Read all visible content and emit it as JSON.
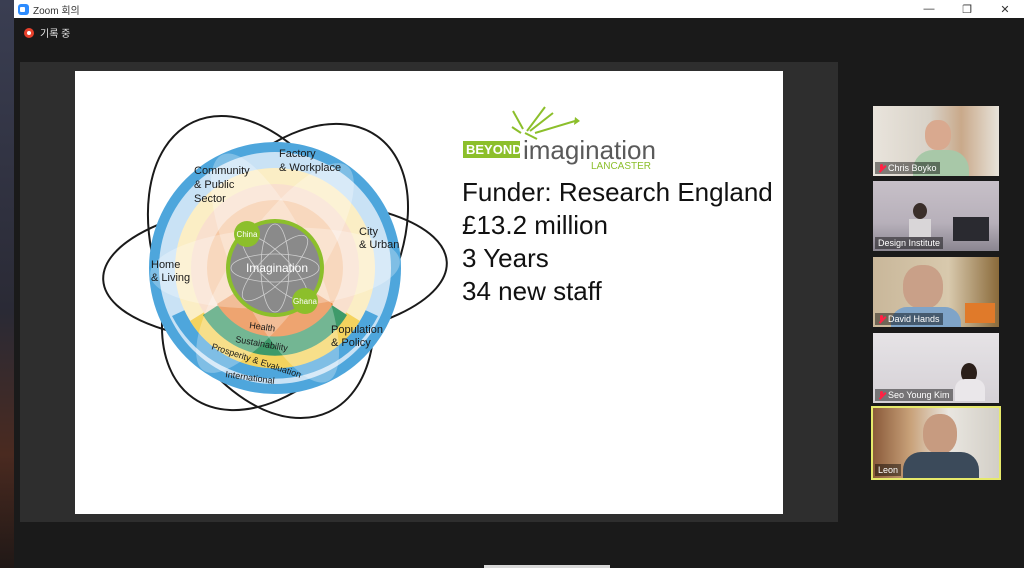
{
  "window": {
    "title": "Zoom 회의",
    "controls": [
      "—",
      "❐",
      "✕"
    ]
  },
  "recording": {
    "label": "기록 중",
    "color": "#e8412c"
  },
  "slide": {
    "logo": {
      "beyond": "BEYOND",
      "imagination": "imagination",
      "lancaster": "LANCASTER",
      "brand_color": "#8cbf2b"
    },
    "funder_lines": [
      "Funder: Research England",
      "£13.2 million",
      "3 Years",
      "34 new staff"
    ],
    "diagram": {
      "center": "Imagination",
      "small_circles": [
        "China",
        "Ghana"
      ],
      "petals": [
        "Community & Public Sector",
        "Factory & Workplace",
        "City & Urban",
        "Home & Living",
        "Population & Policy"
      ],
      "petal_lines": {
        "community": [
          "Community",
          "& Public",
          "Sector"
        ],
        "factory": [
          "Factory",
          "& Workplace"
        ],
        "city": [
          "City",
          "& Urban"
        ],
        "home": [
          "Home",
          "& Living"
        ],
        "population": [
          "Population",
          "& Policy"
        ]
      },
      "rings": [
        "Health",
        "Sustainability",
        "Prosperity & Evaluation",
        "International"
      ],
      "colors": {
        "outer": "#4ea6dc",
        "outer_light": "#c9e2f5",
        "ring_yellow": "#f4d35e",
        "ring_green": "#3e9a6a",
        "ring_orange": "#e8823a",
        "ring_peach": "#f6c9a6",
        "center": "#8a8a8a",
        "center_border": "#8cbf2b"
      }
    }
  },
  "participants": [
    {
      "name": "Chris Boyko",
      "muted": true,
      "active": false
    },
    {
      "name": "Design Institute",
      "muted": false,
      "active": false
    },
    {
      "name": "David Hands",
      "muted": true,
      "active": false
    },
    {
      "name": "Seo Young Kim",
      "muted": true,
      "active": false
    },
    {
      "name": "Leon",
      "muted": false,
      "active": true
    }
  ]
}
